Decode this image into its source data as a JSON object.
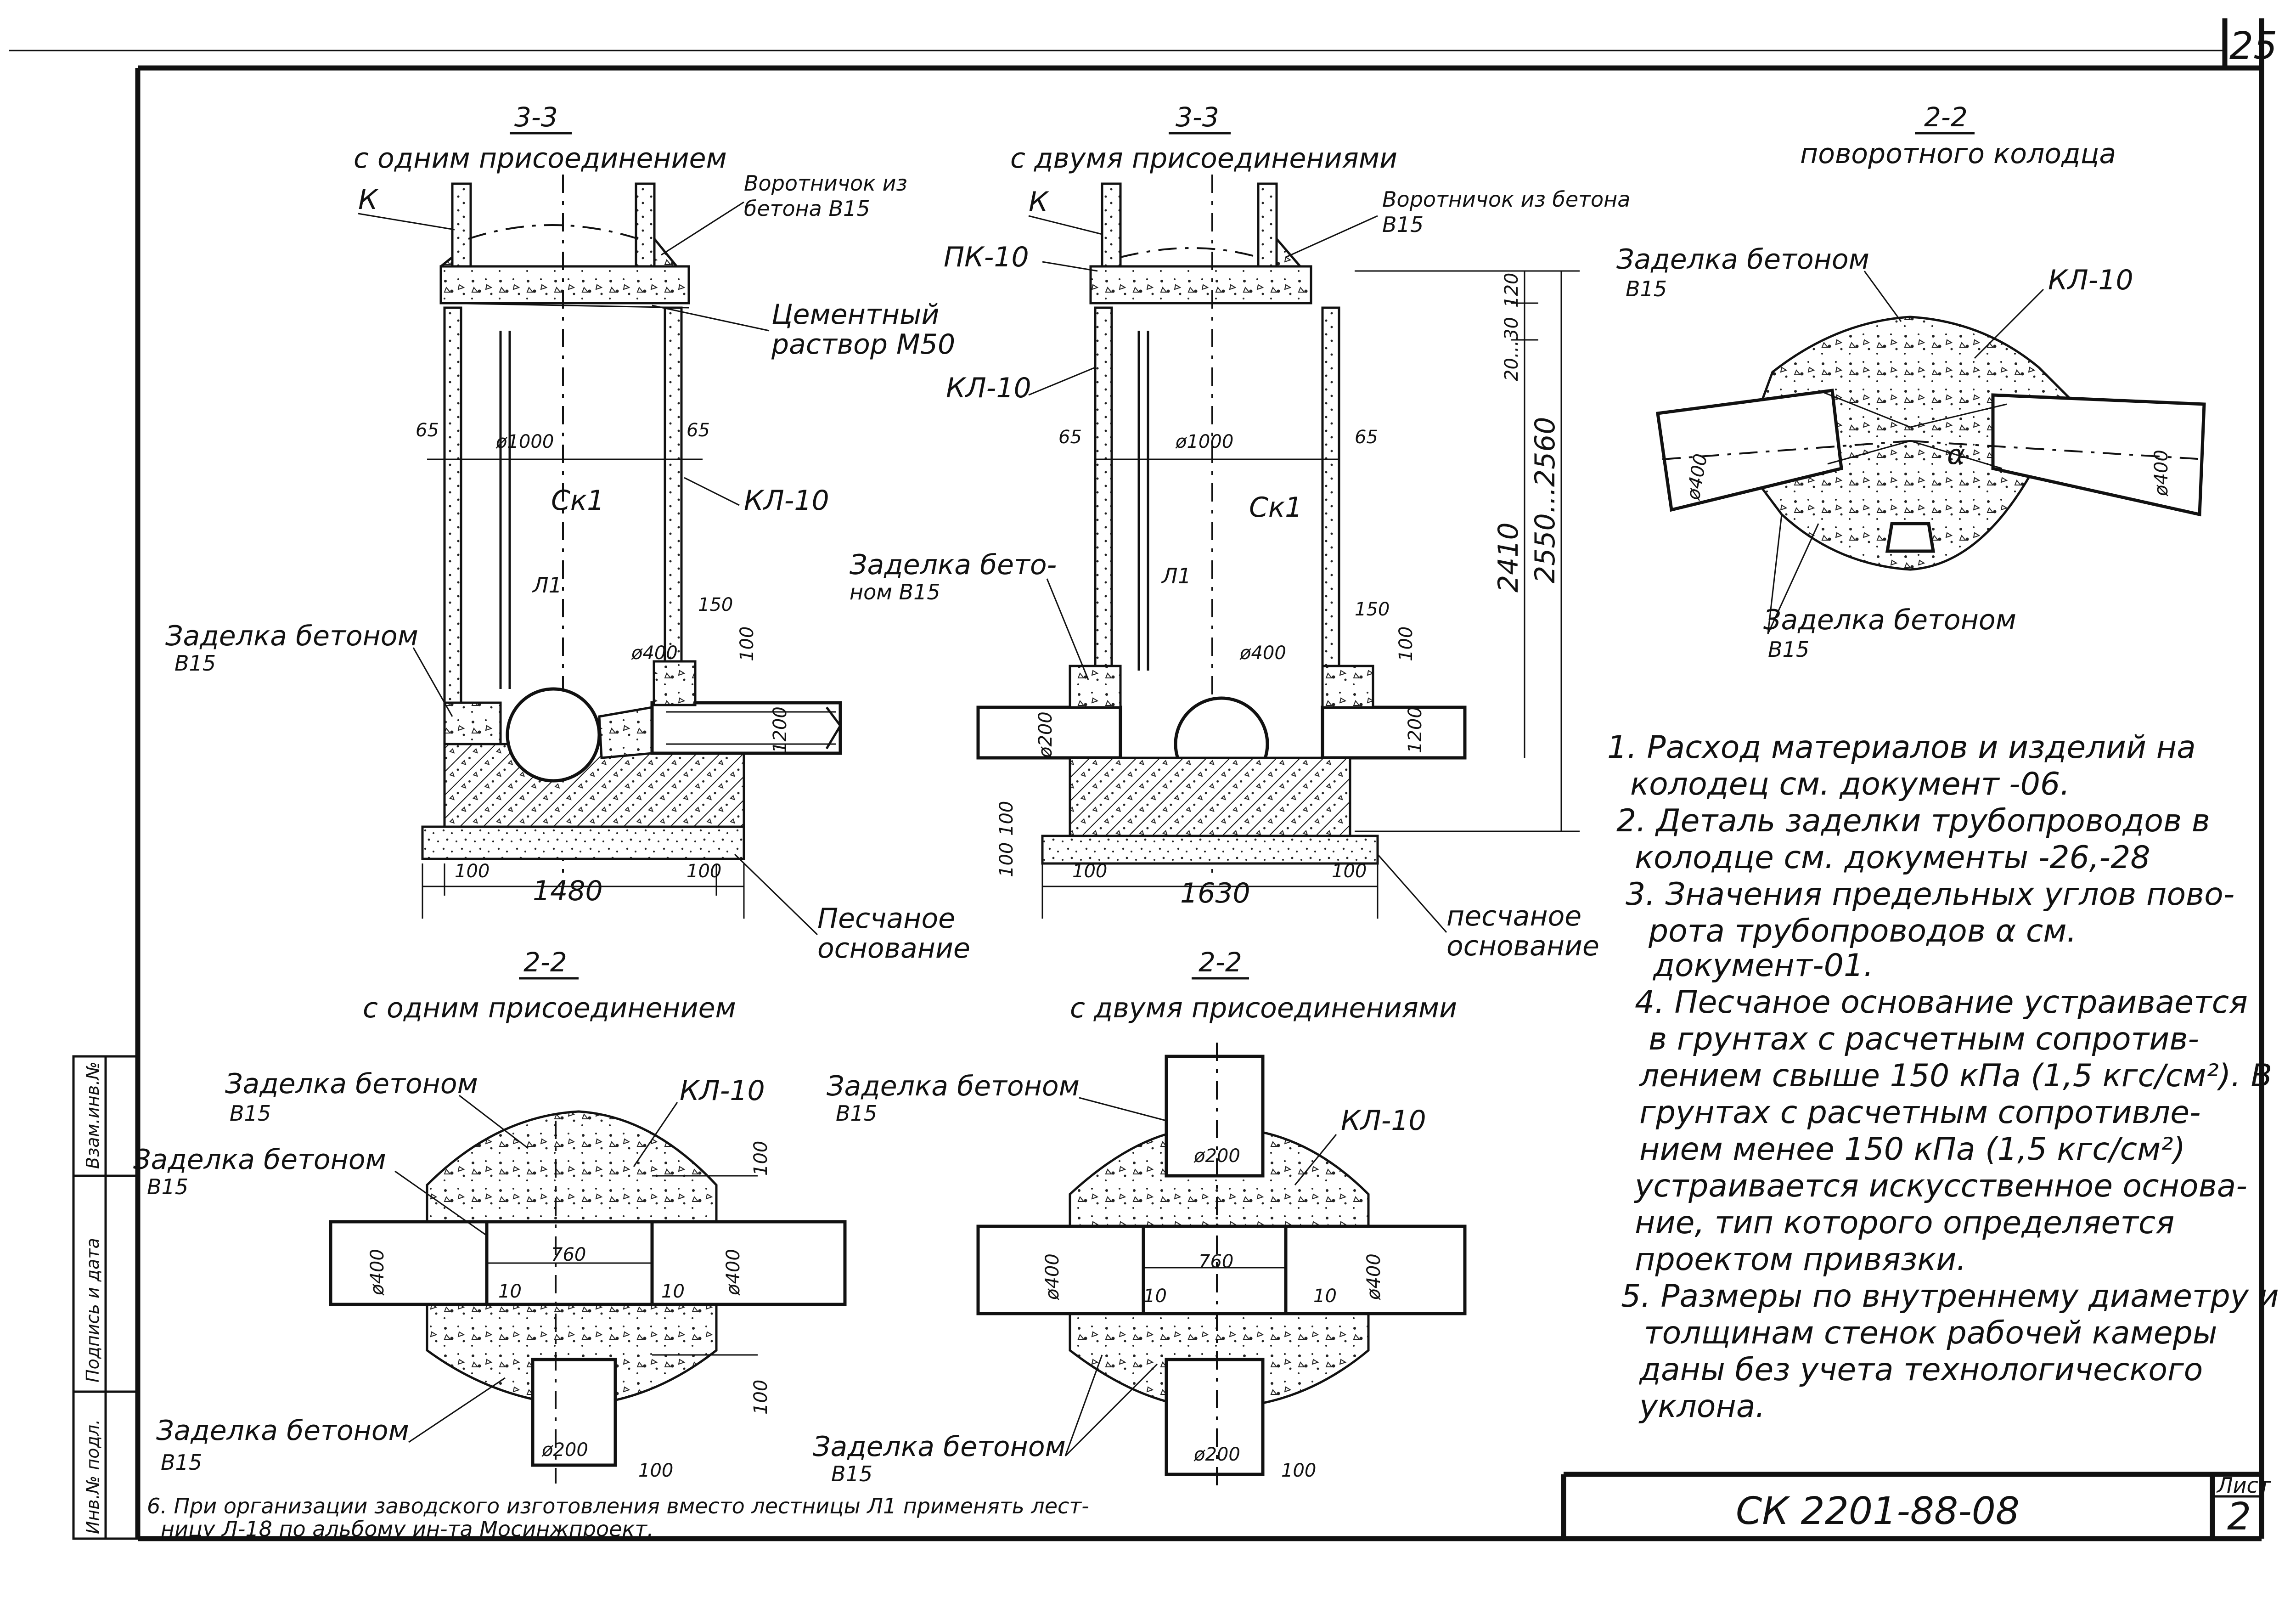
{
  "sheet": {
    "sheet_number_top": "25",
    "stamp_code": "СК 2201-88-08",
    "list_label": "Лист",
    "list_number": "2",
    "side_labels": [
      "Инв.№ подл.",
      "Подпись и дата",
      "Взам.инв.№"
    ]
  },
  "sections": {
    "s33_one": {
      "title": "3-3",
      "subtitle": "с одним присоединением"
    },
    "s33_two": {
      "title": "3-3",
      "subtitle": "с двумя присоединениями"
    },
    "s22_turn": {
      "title": "2-2",
      "subtitle": "поворотного колодца"
    },
    "s22_one": {
      "title": "2-2",
      "subtitle": "с одним присоединением"
    },
    "s22_two": {
      "title": "2-2",
      "subtitle": "с двумя присоединениями"
    }
  },
  "labels": {
    "k": "К",
    "vorotnichok_1": "Воротничок из",
    "vorotnichok_1b": "бетона В15",
    "vorotnichok_2": "Воротничок из бетона",
    "vorotnichok_2b": "В15",
    "pk10": "ПК-10",
    "cement_1": "Цементный",
    "cement_2": "раствор М50",
    "kl10": "КЛ-10",
    "sk1": "Ск1",
    "l1": "Л1",
    "zadelka": "Заделка бетоном",
    "zadelka_split_1": "Заделка бето-",
    "zadelka_split_2": "ном В15",
    "b15": "В15",
    "sand_1a": "Песчаное",
    "sand_1b": "основание",
    "sand_2a": "песчаное",
    "sand_2b": "основание"
  },
  "dims": {
    "d1000": "ø1000",
    "d400": "ø400",
    "d200": "ø200",
    "w65": "65",
    "w100": "100",
    "w150": "150",
    "w1480": "1480",
    "w1630": "1630",
    "h1200": "1200",
    "h100": "100",
    "h120": "120",
    "h20_30": "20...30",
    "h2410": "2410",
    "h2550": "2550...2560",
    "w760": "760",
    "w10": "10",
    "alpha": "α"
  },
  "notes": [
    "1. Расход материалов и изделий на",
    "колодец см. документ -06.",
    "2. Деталь заделки трубопроводов в",
    "колодце см. документы -26,-28",
    "3. Значения предельных углов пово-",
    "рота трубопроводов α см.",
    "документ-01.",
    "4. Песчаное основание устраивается",
    "в грунтах с расчетным сопротив-",
    "лением свыше 150 кПа (1,5 кгс/см²). В",
    "грунтах с расчетным сопротивле-",
    "нием менее 150 кПа (1,5 кгс/см²)",
    "устраивается искусственное основа-",
    "ние, тип которого определяется",
    "проектом привязки.",
    "5. Размеры по внутреннему диаметру и",
    "толщинам стенок рабочей камеры",
    "даны без учета технологического",
    "уклона."
  ],
  "footnote": [
    "6. При организации заводского изготовления вместо лестницы Л1 применять лест-",
    "ницу Л-18 по альбому ин-та Мосинжпроект."
  ]
}
